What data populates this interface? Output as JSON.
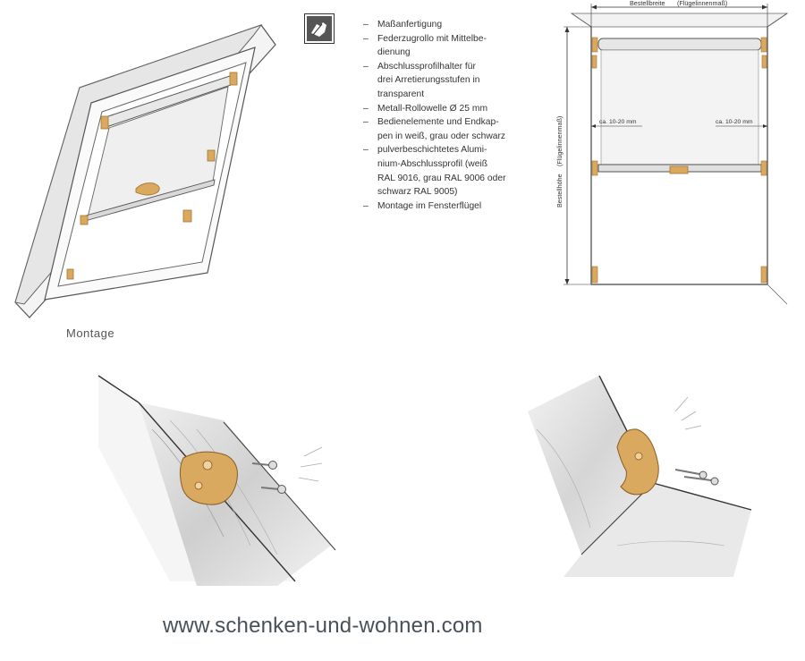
{
  "features": [
    "Maßanfertigung",
    "Federzugrollo mit Mittelbe-",
    "dienung",
    "Abschlussprofilhalter für",
    "drei Arretierungsstufen in",
    "transparent",
    "Metall-Rollowelle Ø 25 mm",
    "Bedienelemente und Endkap-",
    "pen in weiß, grau oder schwarz",
    "pulverbeschichtetes Alumi-",
    "nium-Abschlussprofil (weiß",
    "RAL 9016, grau RAL 9006 oder",
    "schwarz RAL 9005)",
    "Montage im Fensterflügel"
  ],
  "feature_item_starts": [
    true,
    true,
    false,
    true,
    false,
    false,
    true,
    true,
    false,
    true,
    false,
    false,
    false,
    true
  ],
  "diagram": {
    "width_label": "Bestellbreite",
    "width_sublabel": "(Flügelinnenmaß)",
    "height_label": "Bestellhöhe",
    "height_sublabel": "(Flügelinnenmaß)",
    "left_gap_label": "ca. 10-20 mm",
    "right_gap_label": "ca. 10-20 mm"
  },
  "montage_label": "Montage",
  "website": "www.schenken-und-wohnen.com",
  "colors": {
    "bracket": "#d9a95f",
    "bracket_dark": "#a57433",
    "frame_line": "#444444",
    "text": "#333333",
    "website": "#47515a"
  }
}
